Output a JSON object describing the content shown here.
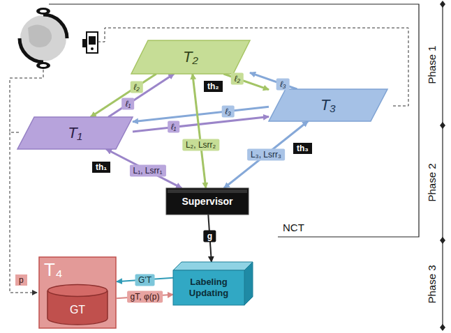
{
  "diagram": {
    "nodes": [
      {
        "text": [
          "T₂"
        ]
      },
      {
        "text": [
          "T₁"
        ]
      },
      {
        "text": [
          "T₃"
        ]
      },
      {
        "text": [
          "Supervisor"
        ]
      },
      {
        "text": [
          "T₄"
        ]
      },
      {
        "text": [
          "GT"
        ],
        "in": 4
      },
      {
        "text": [
          "Labeling Updating"
        ]
      }
    ],
    "edges": [
      {
        "from": 1,
        "to": 0,
        "arrow": "to",
        "label": "ℓ₁"
      },
      {
        "from": 0,
        "to": 1,
        "arrow": "to",
        "label": "ℓ₂"
      },
      {
        "from": 0,
        "to": 2,
        "arrow": "to",
        "label": "ℓ₂"
      },
      {
        "from": 2,
        "to": 0,
        "arrow": "to",
        "label": "ℓ₃"
      },
      {
        "from": 2,
        "to": 1,
        "arrow": "to",
        "label": "ℓ₃"
      },
      {
        "from": 1,
        "to": 2,
        "arrow": "to",
        "label": "ℓ₁"
      },
      {
        "from": 1,
        "to": 3,
        "arrow": "both",
        "label": "L₁, Lsrr₁"
      },
      {
        "from": 0,
        "to": 3,
        "arrow": "both",
        "label": "L₂, Lsrr₂"
      },
      {
        "from": 2,
        "to": 3,
        "arrow": "both",
        "label": "L₃, Lsrr₃"
      },
      {
        "from": 3,
        "to": 6,
        "arrow": "to",
        "label": "g"
      },
      {
        "from": 4,
        "to": 6,
        "arrow": "to",
        "label": "gT, φ(p)"
      },
      {
        "from": 6,
        "to": 4,
        "arrow": "to",
        "label": "G'T"
      }
    ],
    "labels": [
      "th₁",
      "th₂",
      "th₃",
      "p",
      "NCT",
      "Phase 1",
      "Phase 2",
      "Phase 3"
    ]
  }
}
